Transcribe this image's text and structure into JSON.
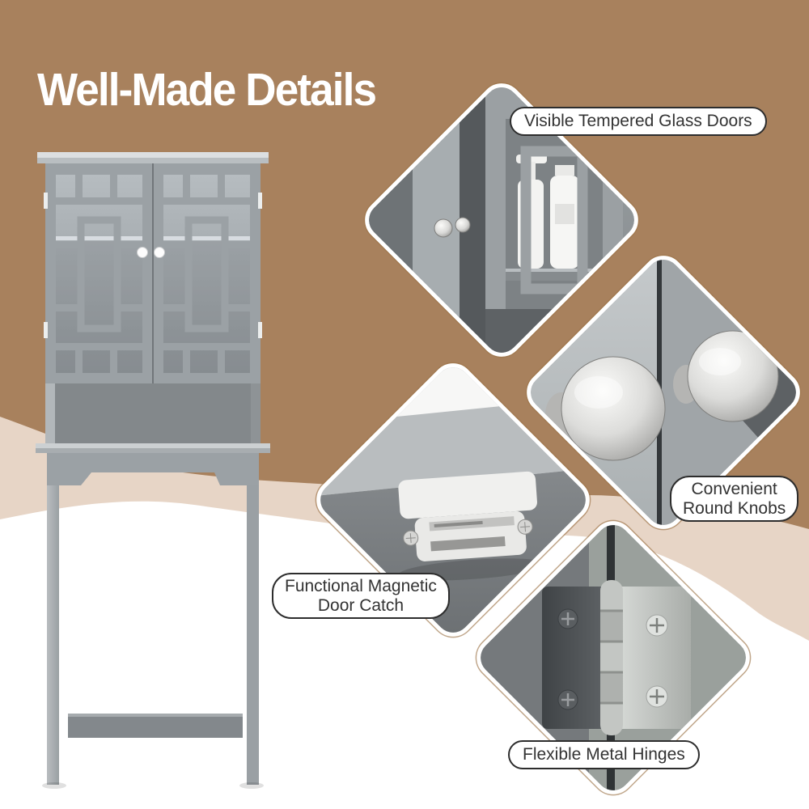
{
  "title": "Well-Made Details",
  "colors": {
    "background_brown": "#a8815d",
    "background_beige": "#e7d5c6",
    "background_white": "#ffffff",
    "cabinet_gray": "#9ba1a5",
    "label_background": "#ffffff",
    "label_border": "#2d2d2d",
    "label_text": "#333333",
    "title_text": "#ffffff"
  },
  "callouts": {
    "glass_doors": {
      "label": "Visible Tempered Glass Doors"
    },
    "round_knobs": {
      "line1": "Convenient",
      "line2": "Round Knobs"
    },
    "magnetic_catch": {
      "line1": "Functional Magnetic",
      "line2": "Door Catch"
    },
    "metal_hinges": {
      "label": "Flexible Metal Hinges"
    }
  }
}
